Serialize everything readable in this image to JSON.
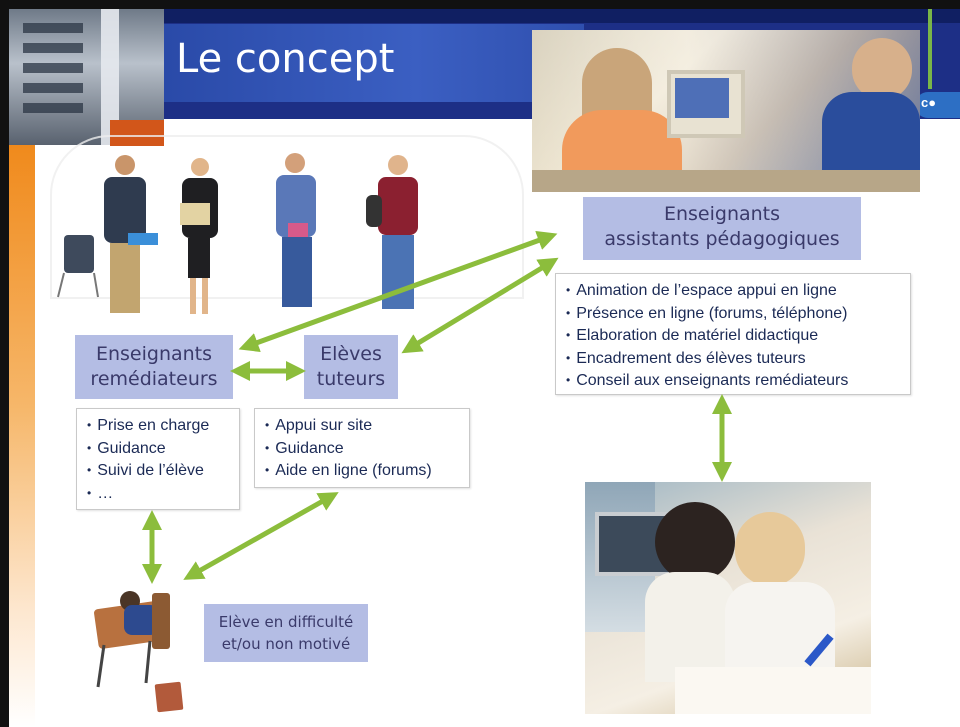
{
  "slide": {
    "title": "Le concept",
    "logo_text": "c●",
    "colors": {
      "header": "#1d2f86",
      "box": "#b4bde4",
      "arrow": "#8cbd3c",
      "accent": "#f08a1c"
    }
  },
  "nodes": {
    "enseignants_assistants": {
      "line1": "Enseignants",
      "line2": "assistants pédagogiques"
    },
    "enseignants_remediateurs": {
      "line1": "Enseignants",
      "line2": "remédiateurs"
    },
    "eleves_tuteurs": {
      "line1": "Elèves",
      "line2": "tuteurs"
    },
    "eleve_difficulte": {
      "line1": "Elève en difficulté",
      "line2": "et/ou non motivé"
    }
  },
  "lists": {
    "assistants": [
      "Animation de l’espace appui en ligne",
      "Présence en ligne (forums, téléphone)",
      "Elaboration de matériel didactique",
      "Encadrement des élèves tuteurs",
      "Conseil aux enseignants remédiateurs"
    ],
    "remediateurs": [
      "Prise en charge",
      "Guidance",
      "Suivi de l’élève",
      "…"
    ],
    "tuteurs": [
      "Appui sur site",
      "Guidance",
      "Aide en ligne (forums)"
    ]
  }
}
